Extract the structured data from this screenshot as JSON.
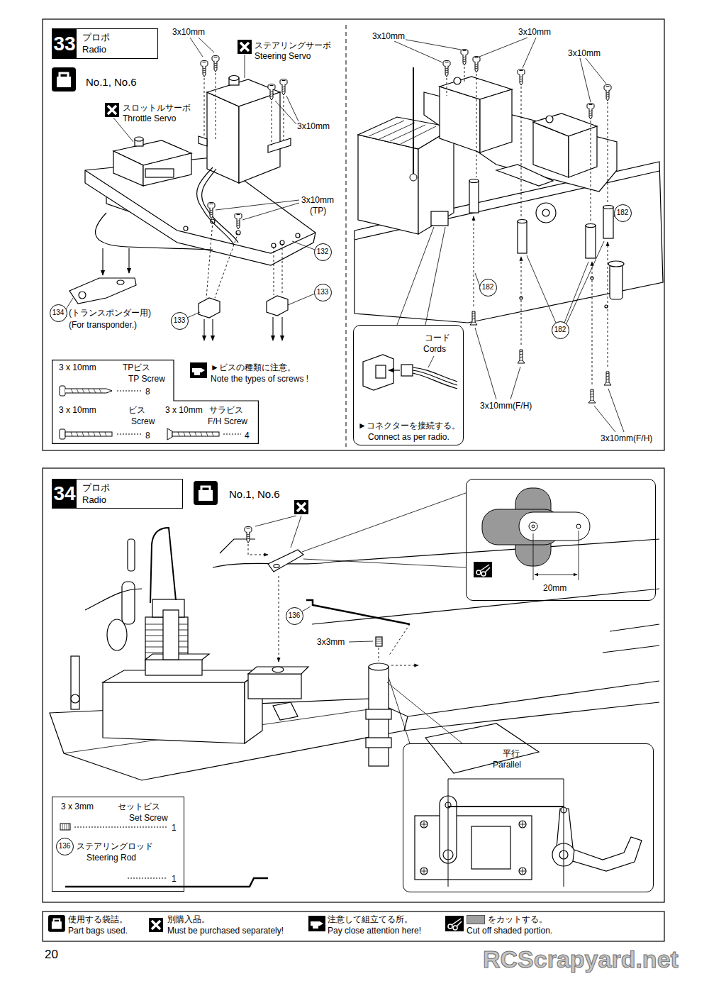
{
  "diagram": {
    "nodes": [
      {
        "text": [
          "33",
          "プロポ",
          "Radio"
        ]
      },
      {
        "text": [
          "132"
        ]
      },
      {
        "text": [
          "133"
        ]
      },
      {
        "text": [
          "134"
        ]
      },
      {
        "text": [
          "133"
        ]
      },
      {
        "text": [
          "3 x 10mm",
          "TPビス",
          "TP Screw",
          "8",
          "3 x 10mm",
          "ビス",
          "Screw",
          "8",
          "3 x 10mm",
          "サラビス",
          "F/H Screw",
          "4"
        ]
      },
      {
        "text": [
          "182"
        ]
      },
      {
        "text": [
          "182"
        ]
      },
      {
        "text": [
          "182"
        ]
      },
      {
        "text": [
          "コード",
          "Cords",
          "►コネクターを接続する。",
          "Connect as per radio."
        ]
      },
      {
        "text": [
          "34",
          "プロポ",
          "Radio"
        ]
      },
      {
        "text": [
          "136"
        ]
      },
      {
        "text": [
          "20mm"
        ]
      },
      {
        "text": [
          "平行",
          "Parallel"
        ]
      },
      {
        "text": [
          "3 x 3mm",
          "セットビス",
          "Set Screw",
          "1",
          "ステアリングロッド",
          "Steering Rod",
          "1"
        ]
      },
      {
        "text": [
          "136"
        ],
        "in": 14
      }
    ],
    "labels": [
      "3x10mm",
      "ステアリングサーボ",
      "Steering Servo",
      "スロットルサーボ",
      "Throttle Servo",
      "3x10mm",
      "3x10mm",
      "(TP)",
      "(トランスポンダー用)",
      "(For transponder.)",
      "►ビスの種類に注意。",
      "Note the types of screws !",
      "3x10mm",
      "3x10mm",
      "3x10mm",
      "3x10mm(F/H)",
      "3x10mm(F/H)",
      "3x3mm",
      "No.1, No.6",
      "No.1, No.6",
      "RCScrapyard.net",
      "20"
    ],
    "legend": [
      {
        "text": "使用する袋詰。"
      },
      {
        "text": "Part bags used."
      },
      {
        "text": "別購入品。"
      },
      {
        "text": "Must be purchased separately!"
      },
      {
        "text": "注意して組立てる所。"
      },
      {
        "text": "Pay close attention here!"
      },
      {
        "text": "をカットする。",
        "color": "#a0a0a0"
      },
      {
        "text": "Cut off shaded portion."
      }
    ]
  }
}
